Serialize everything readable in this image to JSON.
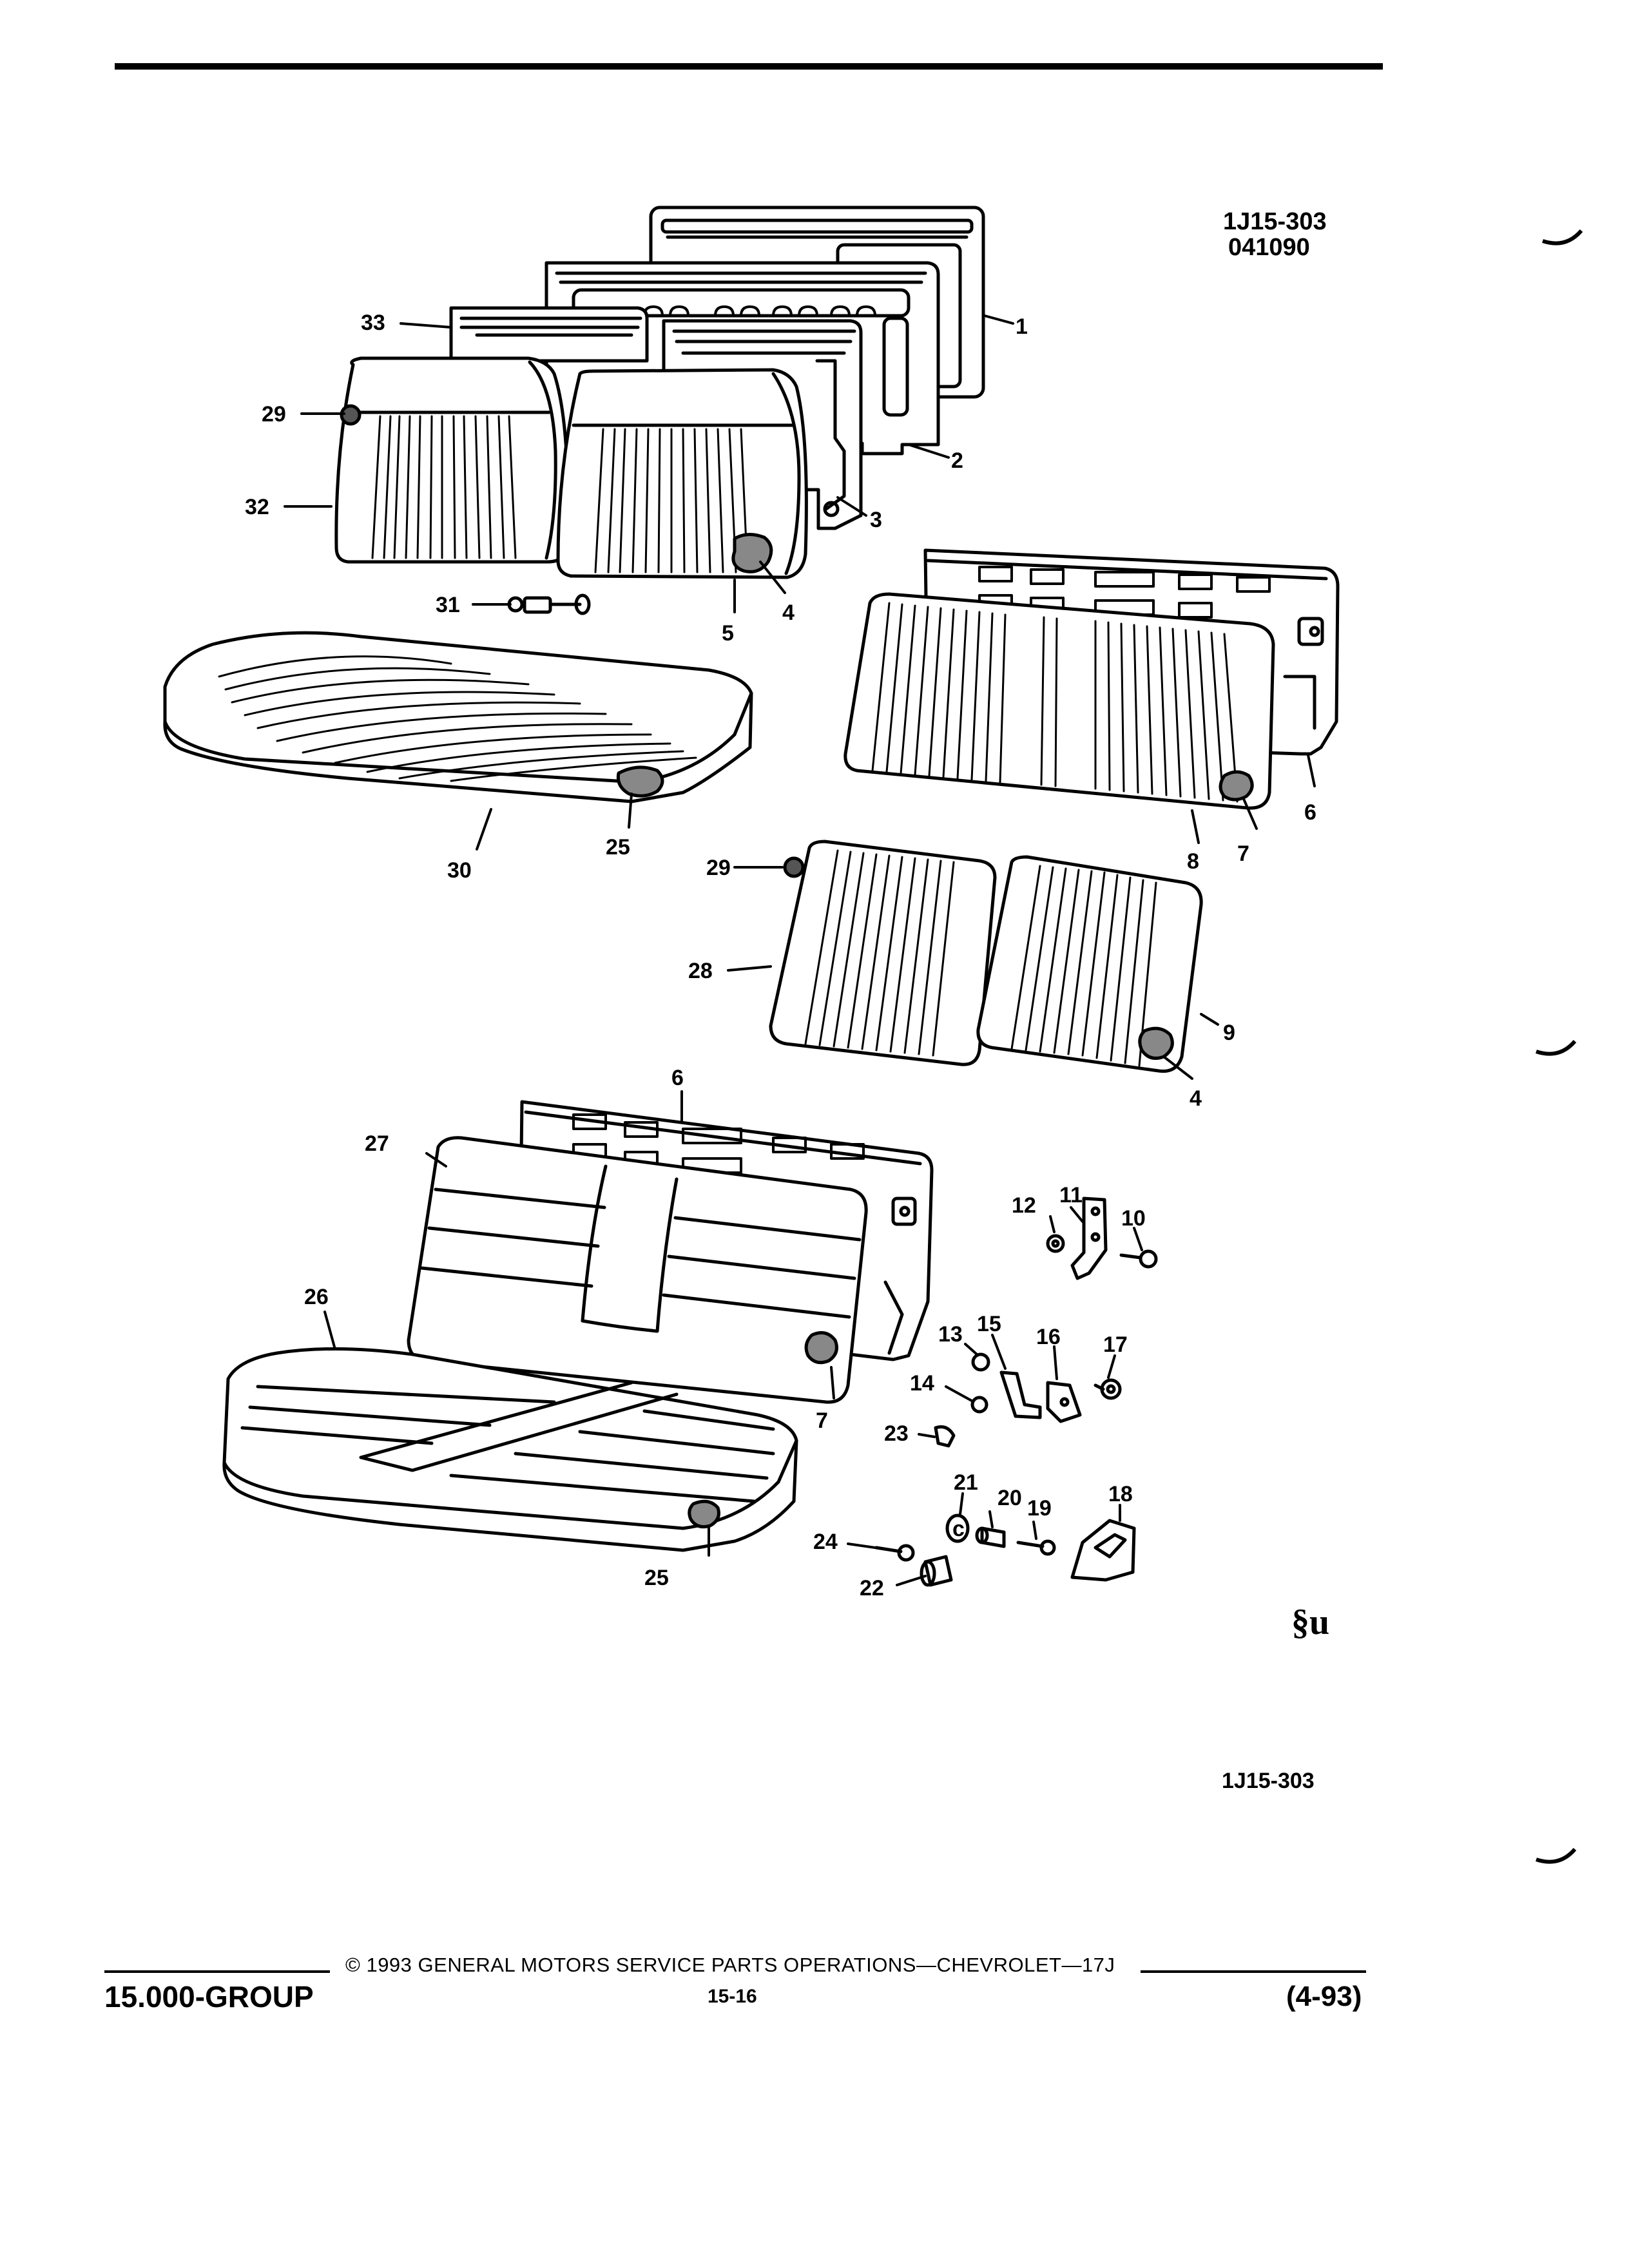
{
  "header": {
    "figure_code": "1J15-303",
    "figure_date": "041090"
  },
  "callouts": [
    "1",
    "2",
    "3",
    "4",
    "5",
    "6",
    "7",
    "8",
    "9",
    "10",
    "11",
    "12",
    "13",
    "14",
    "15",
    "16",
    "17",
    "18",
    "19",
    "20",
    "21",
    "22",
    "23",
    "24",
    "25",
    "26",
    "27",
    "28",
    "29",
    "30",
    "31",
    "32",
    "33"
  ],
  "bottom_code": "1J15-303",
  "logo_mark": "§u",
  "footer": {
    "group": "15.000-GROUP",
    "copyright": "© 1993 GENERAL MOTORS SERVICE PARTS OPERATIONS—CHEVROLET—17J",
    "page": "15-16",
    "date": "(4-93)"
  }
}
